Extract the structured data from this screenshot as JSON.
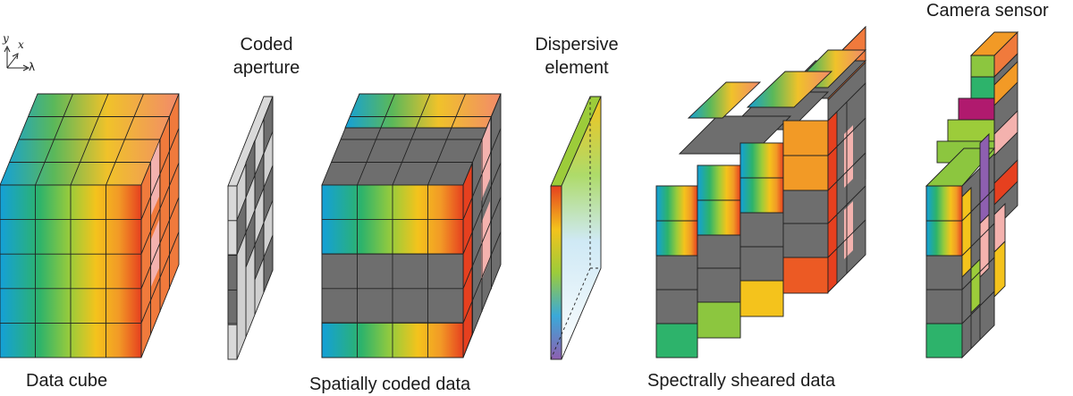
{
  "axes": {
    "y": "y",
    "x": "x",
    "lambda": "λ"
  },
  "labels": {
    "data_cube": "Data cube",
    "coded_aperture_1": "Coded",
    "coded_aperture_2": "aperture",
    "spatially_coded": "Spatially coded data",
    "dispersive_1": "Dispersive",
    "dispersive_2": "element",
    "spectrally_sheared": "Spectrally sheared data",
    "camera_sensor": "Camera sensor"
  },
  "colors": {
    "spectrum": [
      "#1aa3d6",
      "#2fb36a",
      "#8cc63f",
      "#f2c31b",
      "#f5a623",
      "#ec5a24",
      "#e63b1f"
    ],
    "masked_gray": "#6e6e6e",
    "aperture_light": "#d9d9d9",
    "aperture_dark": "#6e6e6e",
    "pink_side": "#f4b2ae",
    "violet": "#8e5fb0",
    "magenta": "#b01a6e"
  }
}
